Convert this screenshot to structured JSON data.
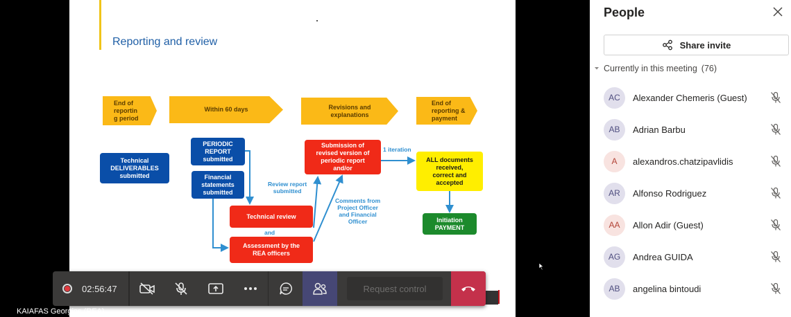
{
  "slide": {
    "title": "Reporting and review",
    "stages": [
      "End of\nreportin\ng period",
      "Within 60 days",
      "Revisions and\nexplanations",
      "End of\nreporting &\npayment"
    ],
    "boxes": {
      "technical_deliverables": "Technical\nDELIVERABLES\nsubmitted",
      "periodic_report": "PERIODIC\nREPORT\nsubmitted",
      "financial_statements": "Financial\nstatements\nsubmitted",
      "technical_review": "Technical review",
      "assessment": "Assessment by the\nREA officers",
      "submission_revised": "Submission of\nrevised version of\nperiodic report\nand/or",
      "all_documents": "ALL documents\nreceived,\ncorrect and\naccepted",
      "initiation_payment": "Initiation\nPAYMENT"
    },
    "labels": {
      "and": "and",
      "review_report": "Review report\nsubmitted",
      "comments": "Comments from\nProject Officer\nand Financial\nOfficer",
      "one_iteration": "1 iteration"
    }
  },
  "controls": {
    "timer": "02:56:47",
    "request_control": "Request control",
    "presenter": "KAIAFAS Georgios (REA)"
  },
  "panel": {
    "title": "People",
    "share_invite": "Share invite",
    "section_label": "Currently in this meeting",
    "count": "(76)",
    "people": [
      {
        "initials": "AC",
        "name": "Alexander Chemeris (Guest)",
        "color": "purple"
      },
      {
        "initials": "AB",
        "name": "Adrian Barbu",
        "color": "purple"
      },
      {
        "initials": "A",
        "name": "alexandros.chatzipavlidis",
        "color": "pink"
      },
      {
        "initials": "AR",
        "name": "Alfonso Rodriguez",
        "color": "purple"
      },
      {
        "initials": "AA",
        "name": "Allon Adir (Guest)",
        "color": "pink"
      },
      {
        "initials": "AG",
        "name": "Andrea GUIDA",
        "color": "purple"
      },
      {
        "initials": "AB",
        "name": "angelina bintoudi",
        "color": "purple"
      }
    ]
  },
  "colors": {
    "chevron": "#fbb917",
    "blue_box": "#0a4ea8",
    "red_box": "#f02a18",
    "yellow_box": "#ffee00",
    "green_box": "#1c8a2c",
    "hangup": "#c4314b",
    "active_button": "#464775"
  },
  "icons": [
    "record-icon",
    "camera-off-icon",
    "mic-off-icon",
    "share-screen-icon",
    "more-icon",
    "chat-icon",
    "people-icon",
    "hangup-icon",
    "close-icon",
    "share-icon",
    "chevron-down-icon",
    "mic-muted-icon"
  ]
}
